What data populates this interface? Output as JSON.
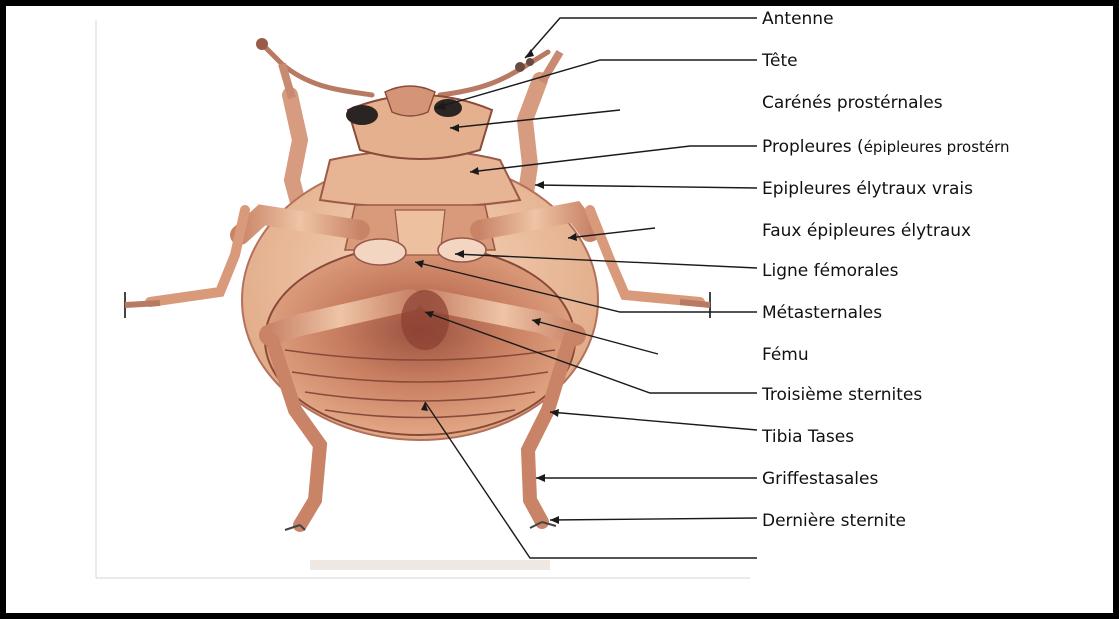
{
  "labels": {
    "antenne": "Antenne",
    "tete": "Tête",
    "carenes": "Carénés prostérnales",
    "propleures": "Propleures (",
    "propleures_suffix": "épipleures prostérn",
    "epipleures_vrais": "Epipleures élytraux vrais",
    "faux_epipleures": "Faux épipleures élytraux",
    "ligne_femorales": "Ligne fémorales",
    "metasternales": "Métasternales",
    "femu": "Fému",
    "troisieme_sternites": "Troisième sternites",
    "tibia_tases": "Tibia Tases",
    "griffestasales": "Griffestasales",
    "derniere_sternite": "Dernière sternite"
  },
  "colors": {
    "body_light": "#f0c8a8",
    "body_mid": "#d89a7a",
    "body_dark": "#8a4a38",
    "leader": "#1a1a1a"
  }
}
